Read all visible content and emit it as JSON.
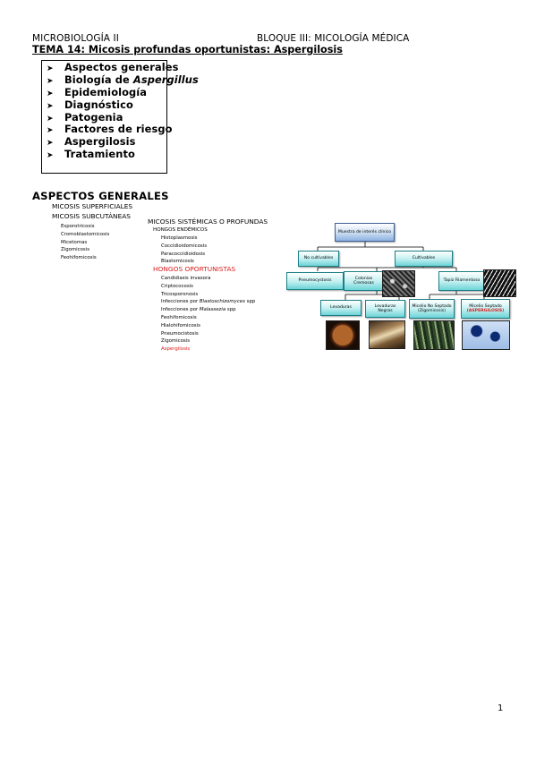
{
  "header": {
    "left": "MICROBIOLOGÍA II",
    "right": "BLOQUE III: MICOLOGÍA MÉDICA"
  },
  "title": "TEMA 14: Micosis profundas oportunistas: Aspergilosis",
  "toc": [
    {
      "text": "Aspectos generales"
    },
    {
      "text": "Biología de ",
      "italic": "Aspergillus"
    },
    {
      "text": "Epidemiología"
    },
    {
      "text": "Diagnóstico"
    },
    {
      "text": "Patogenia"
    },
    {
      "text": "Factores de riesgo"
    },
    {
      "text": "Aspergilosis"
    },
    {
      "text": "Tratamiento"
    }
  ],
  "toc_bullet": "➤",
  "section_title": "ASPECTOS GENERALES",
  "classification": {
    "superficiales": "MICOSIS SUPERFICIALES",
    "subcutaneas": "MICOSIS SUBCUTÁNEAS",
    "subcutaneas_items": [
      "Esporotricosis",
      "Cromoblastomicosis",
      "Micetomas",
      "Zigomicosis",
      "Feohifomicosis"
    ],
    "sistemicas": "MICOSIS SISTÉMICAS O PROFUNDAS",
    "endemicos": "HONGOS ENDÉMICOS",
    "endemicos_items": [
      "Histoplasmosis",
      "Coccidioidomicosis",
      "Paracoccidioidosis",
      "Blastomicosis"
    ],
    "oportunistas": "HONGOS OPORTUNISTAS",
    "oportunistas_items": [
      "Candidiasis invasora",
      "Criptococosis",
      "Tricosporonosis"
    ],
    "infecciones": [
      {
        "prefix": "Infecciones por ",
        "italic": "Blastoschizomyces",
        "suffix": " spp"
      },
      {
        "prefix": "Infecciones por ",
        "italic": "Malassezia",
        "suffix": " spp"
      }
    ],
    "oportunistas_items_2": [
      "Feohifomicosis",
      "Hialohifomicosis",
      "Pneumocistosis",
      "Zigomicosis"
    ],
    "aspergilosis": "Aspergilosis"
  },
  "tree": {
    "root": "Muestra de interés clínico",
    "no_cultivables": "No cultivables",
    "cultivables": "Cultivables",
    "pneumocystosis": "Pneumocystosis",
    "colonias_cremosas": "Colonias Cremosas",
    "tapiz_filamentoso": "Tapiz Filamentoso",
    "levaduras": "Levaduras",
    "levaduras_negras": "Levaduras Negras",
    "micelio_no_septado": "Micelio No Septado",
    "zigomicosis": "(Zigomicosis)",
    "micelio_septado": "Micelio Septado",
    "aspergilosis": "(ASPERGILOSIS)"
  },
  "page_number": "1"
}
